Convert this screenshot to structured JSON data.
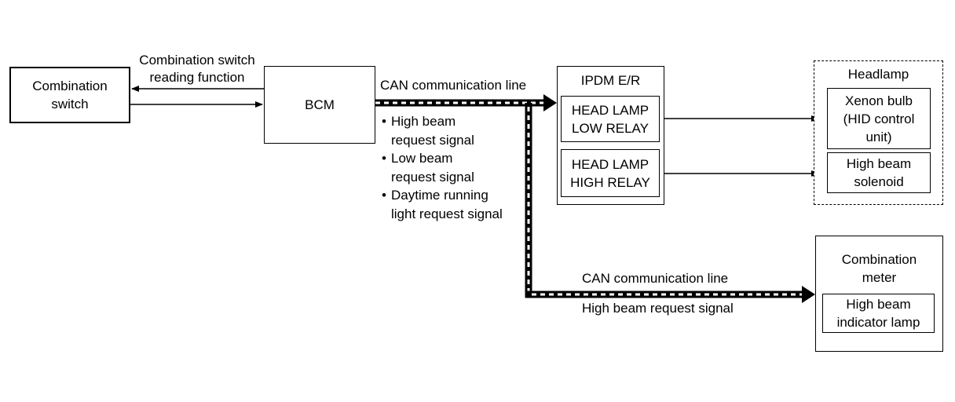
{
  "combination_switch": {
    "line1": "Combination",
    "line2": "switch"
  },
  "reading_function": {
    "line1": "Combination switch",
    "line2": "reading function"
  },
  "bcm": {
    "label": "BCM"
  },
  "can_line_top": {
    "label": "CAN communication line"
  },
  "bcm_signals": [
    {
      "line1": "High beam",
      "line2": "request signal"
    },
    {
      "line1": "Low beam",
      "line2": "request signal"
    },
    {
      "line1": "Daytime running",
      "line2": "light request signal"
    }
  ],
  "ipdm": {
    "title": "IPDM E/R",
    "low_relay": {
      "line1": "HEAD LAMP",
      "line2": "LOW RELAY"
    },
    "high_relay": {
      "line1": "HEAD LAMP",
      "line2": "HIGH RELAY"
    }
  },
  "headlamp": {
    "title": "Headlamp",
    "xenon": {
      "line1": "Xenon bulb",
      "line2": "(HID control",
      "line3": "unit)"
    },
    "solenoid": {
      "line1": "High beam",
      "line2": "solenoid"
    }
  },
  "can_line_bottom": {
    "label": "CAN communication line",
    "signal": "High beam request signal"
  },
  "combination_meter": {
    "line1": "Combination",
    "line2": "meter",
    "indicator": {
      "line1": "High beam",
      "line2": "indicator lamp"
    }
  }
}
